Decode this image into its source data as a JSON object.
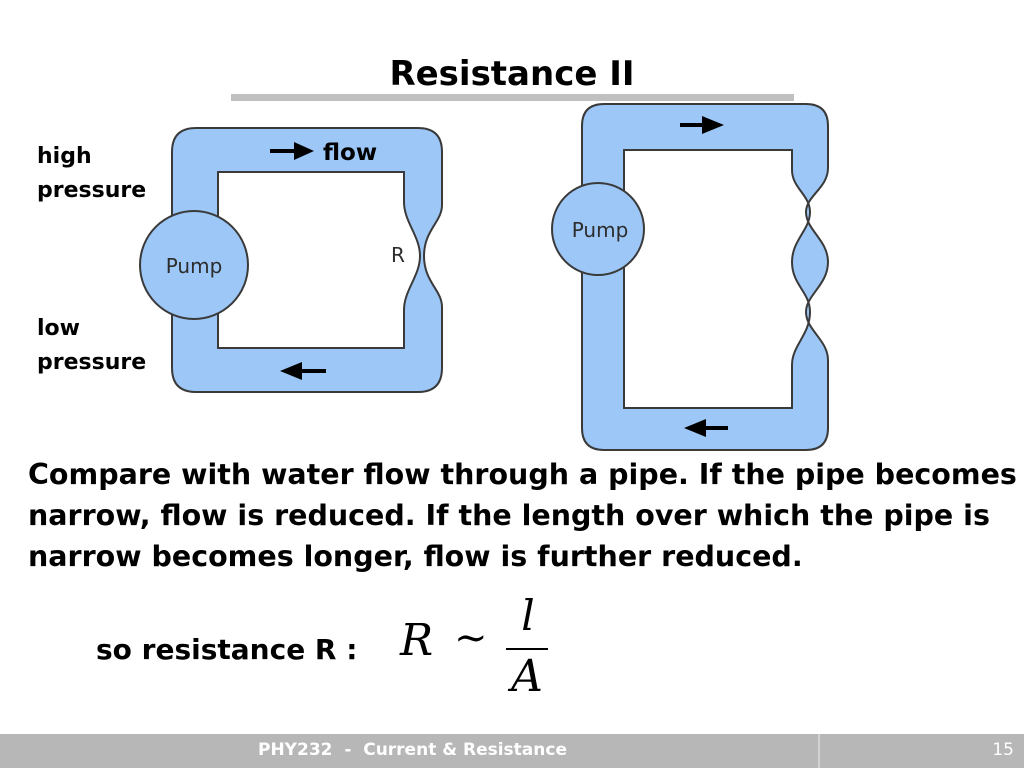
{
  "slide": {
    "title": "Resistance II",
    "label_high": "high\npressure",
    "label_low": "low\npressure",
    "flow_label": "flow",
    "pump_label": "Pump",
    "resistor_label": "R",
    "body": "Compare with water flow through a pipe. If the pipe becomes narrow, flow is reduced. If the length over which the pipe is narrow becomes longer, flow is further reduced.",
    "so_resistance": "so resistance R :",
    "formula": {
      "lhs": "R",
      "rel": "∼",
      "numerator": "l",
      "denominator": "A"
    }
  },
  "footer": {
    "course": "PHY232  -  Current & Resistance",
    "page": "15"
  },
  "colors": {
    "pipe_fill": "#9cc7f7",
    "pipe_stroke": "#3a3a3a",
    "footer_bg": "#b7b7b7",
    "rule": "#c0c0c0"
  }
}
